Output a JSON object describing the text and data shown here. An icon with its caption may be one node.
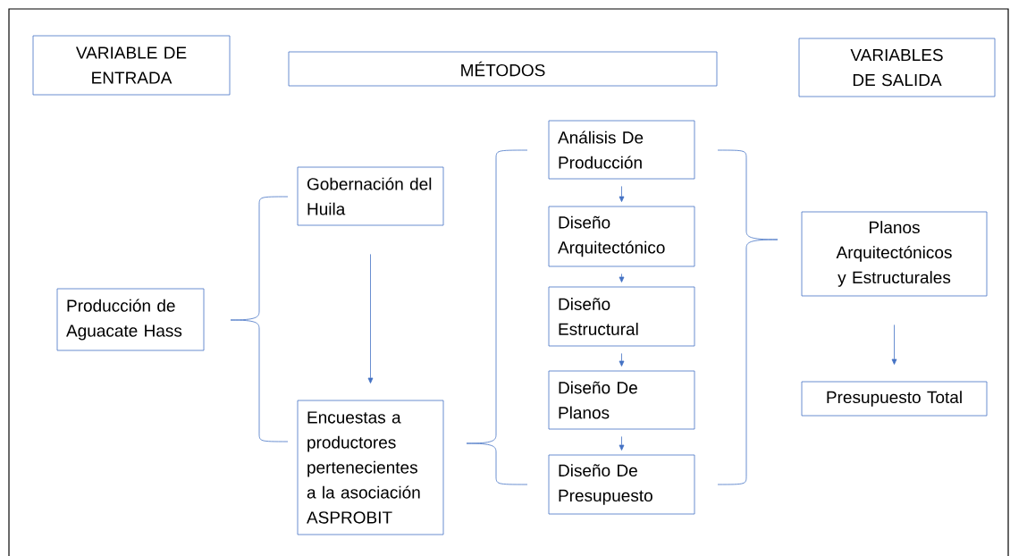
{
  "diagram": {
    "nodes": [
      {
        "text": [
          "VARIABLE DE ENTRADA"
        ]
      },
      {
        "text": [
          "MÉTODOS"
        ]
      },
      {
        "text": [
          "VARIABLES DE SALIDA"
        ]
      },
      {
        "text": [
          "Producción de Aguacate Hass"
        ]
      },
      {
        "text": [
          "Gobernación del Huila"
        ]
      },
      {
        "text": [
          "Encuestas a productores pertenecientes a la asociación ASPROBIT"
        ]
      },
      {
        "text": [
          "Análisis De Producción"
        ]
      },
      {
        "text": [
          "Diseño Arquitectónico"
        ]
      },
      {
        "text": [
          "Diseño Estructural"
        ]
      },
      {
        "text": [
          "Diseño De Planos"
        ]
      },
      {
        "text": [
          "Diseño De Presupuesto"
        ]
      },
      {
        "text": [
          "Planos Arquitectónicos y Estructurales"
        ]
      },
      {
        "text": [
          "Presupuesto Total"
        ]
      }
    ],
    "edges": [
      {
        "from": 4,
        "to": 5,
        "arrow": "to"
      },
      {
        "from": 6,
        "to": 7,
        "arrow": "to"
      },
      {
        "from": 7,
        "to": 8,
        "arrow": "to"
      },
      {
        "from": 8,
        "to": 9,
        "arrow": "to"
      },
      {
        "from": 9,
        "to": 10,
        "arrow": "to"
      },
      {
        "from": 11,
        "to": 12,
        "arrow": "to"
      }
    ]
  }
}
